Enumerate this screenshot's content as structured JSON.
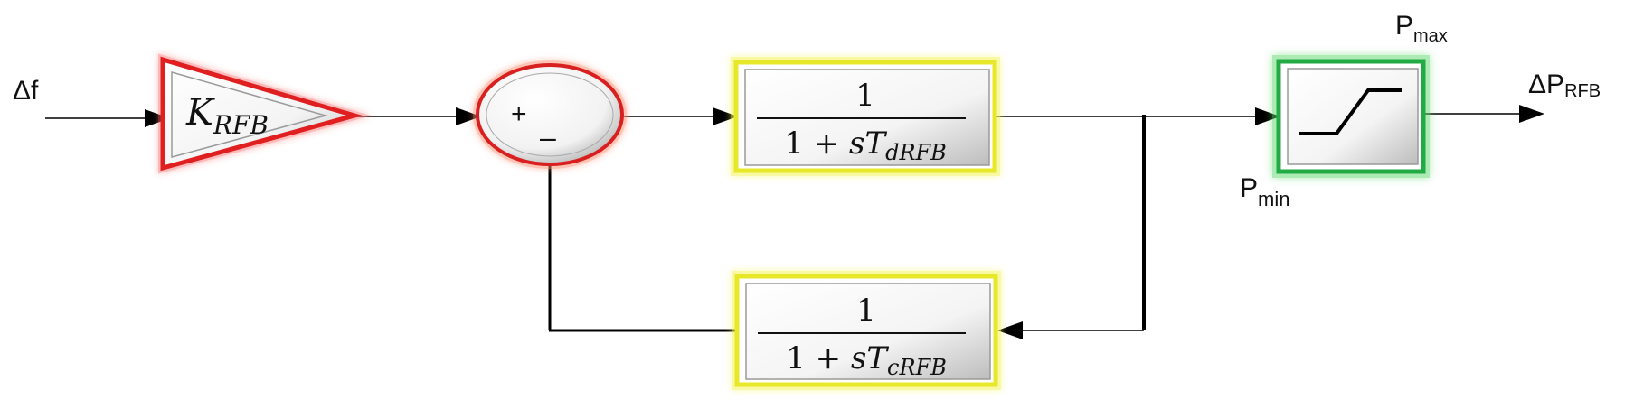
{
  "signals": {
    "input": {
      "name": "Δf"
    },
    "output": {
      "main": "ΔP",
      "sub": "RFB"
    }
  },
  "gain": {
    "main": "K",
    "sub": "RFB"
  },
  "summer": {
    "plus": "+",
    "minus": "–"
  },
  "forward_tf": {
    "numerator": "1",
    "den_prefix": "1 + ",
    "den_s": "s",
    "den_T": "T",
    "den_sub": "dRFB"
  },
  "feedback_tf": {
    "numerator": "1",
    "den_prefix": "1 + ",
    "den_s": "s",
    "den_T": "T",
    "den_sub": "cRFB"
  },
  "limiter": {
    "max": {
      "main": "P",
      "sub": "max"
    },
    "min": {
      "main": "P",
      "sub": "min"
    }
  },
  "colors": {
    "gain_border": "#e02020",
    "summer_border": "#d82020",
    "tf_border": "#e8e82a",
    "limiter_border": "#22aa44",
    "wire": "#000000"
  }
}
